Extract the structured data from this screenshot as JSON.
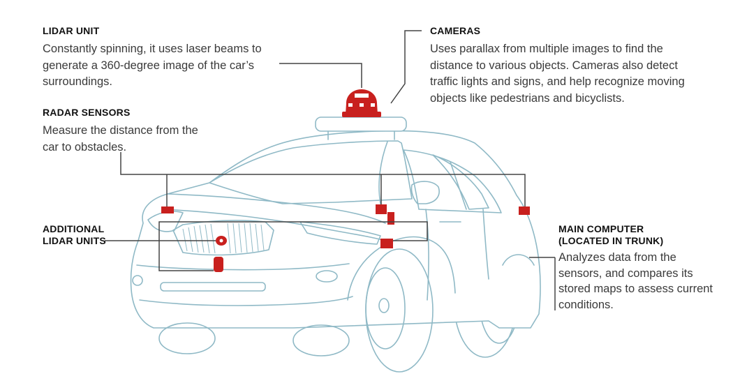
{
  "labels": {
    "lidar_unit": {
      "title": "LIDAR UNIT",
      "body": "Constantly spinning, it uses laser beams to generate a 360-degree image of the car’s surroundings."
    },
    "cameras": {
      "title": "CAMERAS",
      "body": "Uses parallax from multiple images to find the distance to various objects. Cameras also detect traffic lights and signs, and help recognize moving objects like pedestrians and bicyclists."
    },
    "radar_sensors": {
      "title": "RADAR SENSORS",
      "body": "Measure the distance from the car to obstacles."
    },
    "additional_lidar": {
      "title_line1": "ADDITIONAL",
      "title_line2": "LIDAR UNITS"
    },
    "main_computer": {
      "title_line1": "MAIN COMPUTER",
      "title_line2": "(LOCATED IN TRUNK)",
      "body": "Analyzes data from the sensors, and compares its stored maps to assess current conditions."
    }
  },
  "colors": {
    "sensor": "#c8201e",
    "car_outline": "#8fb9c6",
    "leader_line": "#444444"
  }
}
